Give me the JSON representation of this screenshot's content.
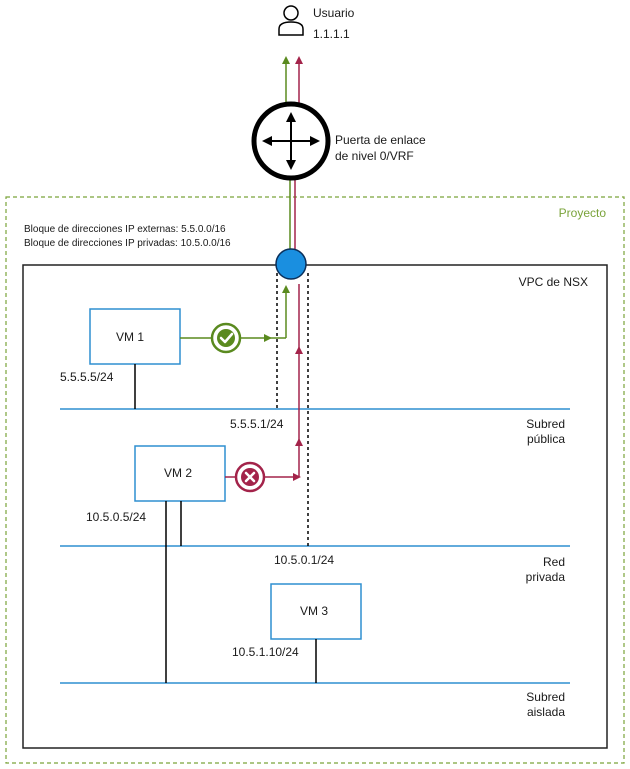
{
  "user": {
    "label": "Usuario",
    "ip": "1.1.1.1"
  },
  "gateway": {
    "line1": "Puerta de enlace",
    "line2": "de nivel 0/VRF"
  },
  "project": {
    "label": "Proyecto",
    "external_block": "Bloque de direcciones IP externas: 5.5.0.0/16",
    "private_block": "Bloque de direcciones IP privadas: 10.5.0.0/16"
  },
  "vpc": {
    "label": "VPC de NSX"
  },
  "vms": [
    {
      "label": "VM 1",
      "ip": "5.5.5.5/24"
    },
    {
      "label": "VM 2",
      "ip": "10.5.0.5/24"
    },
    {
      "label": "VM 3",
      "ip": "10.5.1.10/24"
    }
  ],
  "subnets": {
    "public": {
      "line1": "Subred",
      "line2": "pública",
      "gateway_ip": "5.5.5.1/24"
    },
    "private": {
      "line1": "Red",
      "line2": "privada",
      "gateway_ip": "10.5.0.1/24"
    },
    "isolated": {
      "line1": "Subred",
      "line2": "aislada"
    }
  },
  "colors": {
    "allowed": "#5a8a1f",
    "blocked": "#a3234a",
    "subnet_line": "#2f8fd0",
    "router_node": "#1a8fe0",
    "project_border": "#7aa33a"
  },
  "icons": {
    "user": "user-icon",
    "router": "router-icon",
    "allowed": "check-icon",
    "blocked": "x-icon"
  }
}
